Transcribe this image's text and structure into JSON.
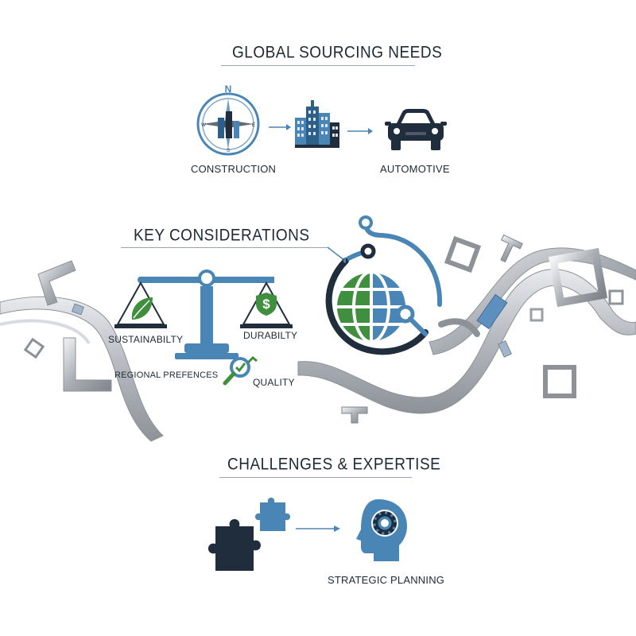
{
  "sections": {
    "global_sourcing": {
      "title": "GLOBAL SOURCING NEEDS",
      "compass_letters": {
        "n": "N",
        "s": "S",
        "e": "E",
        "w": "W"
      },
      "items": [
        "CONSTRUCTION",
        "AUTOMOTIVE"
      ]
    },
    "key_considerations": {
      "title": "KEY CONSIDERATIONS",
      "items": [
        "SUSTAINABILTY",
        "DURABILTY",
        "REGIONAL PREFENCES",
        "QUALITY"
      ],
      "dollar_symbol": "$"
    },
    "challenges": {
      "title": "CHALLENGES & EXPERTISE",
      "items": [
        "STRATEGIC PLANNING"
      ]
    }
  },
  "colors": {
    "navy": "#1f2d3d",
    "blue": "#4a86b5",
    "light_blue": "#7fa9cc",
    "green": "#3f8f3f",
    "steel": "#b8bcc2",
    "dark": "#1f2933"
  },
  "icons": [
    "compass-icon",
    "city-buildings-icon",
    "car-icon",
    "balance-scale-icon",
    "leaf-icon",
    "dollar-icon",
    "magnifier-check-icon",
    "globe-cycle-icon",
    "puzzle-piece-icon",
    "head-gear-icon"
  ]
}
